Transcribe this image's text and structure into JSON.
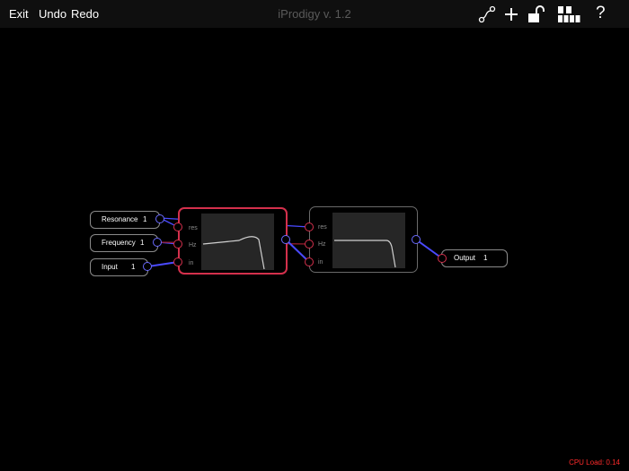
{
  "toolbar": {
    "exit_label": "Exit",
    "undo_label": "Undo",
    "redo_label": "Redo",
    "title": "iProdigy v. 1.2",
    "icons": [
      "connect-icon",
      "add-icon",
      "unlock-icon",
      "modules-icon",
      "help-icon"
    ]
  },
  "help_glyph": "?",
  "params": [
    {
      "name": "Resonance",
      "value": "1"
    },
    {
      "name": "Frequency",
      "value": "1"
    },
    {
      "name": "Input",
      "value": "1"
    }
  ],
  "filters": [
    {
      "selected": true,
      "inputs": [
        "res",
        "Hz",
        "in"
      ]
    },
    {
      "selected": false,
      "inputs": [
        "res",
        "Hz",
        "in"
      ]
    }
  ],
  "output": {
    "name": "Output",
    "value": "1"
  },
  "status": {
    "cpu_load": "CPU Load: 0.14"
  },
  "colors": {
    "accent_red": "#d4304c",
    "port_blue": "#6a6aff",
    "status_red": "#ff2a2a"
  }
}
